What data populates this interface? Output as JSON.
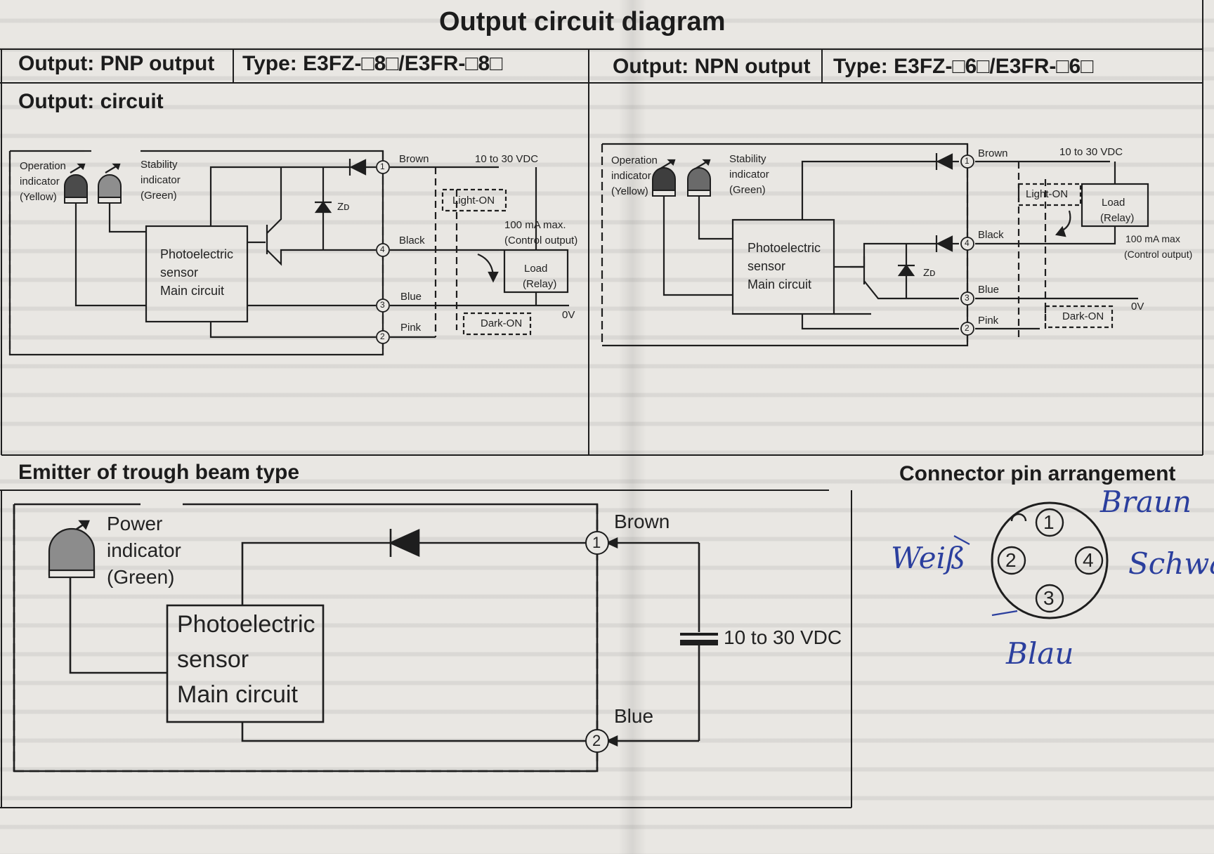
{
  "title": "Output circuit diagram",
  "pnp": {
    "output_label": "Output: PNP output",
    "type_label": "Type: E3FZ-□8□/E3FR-□8□",
    "circuit_heading": "Output: circuit",
    "op_indicator": [
      "Operation",
      "indicator",
      "(Yellow)"
    ],
    "stab_indicator": [
      "Stability",
      "indicator",
      "(Green)"
    ],
    "main_circuit": [
      "Photoelectric",
      "sensor",
      "Main circuit"
    ],
    "zener": "Zᴅ",
    "wires": {
      "brown": "Brown",
      "black": "Black",
      "blue": "Blue",
      "pink": "Pink"
    },
    "supply": "10 to 30 VDC",
    "light_on": "Light-ON",
    "dark_on": "Dark-ON",
    "max_current": [
      "100 mA max.",
      "(Control output)"
    ],
    "load": [
      "Load",
      "(Relay)"
    ],
    "zero_v": "0V",
    "pins": [
      "1",
      "4",
      "3",
      "2"
    ]
  },
  "npn": {
    "output_label": "Output: NPN output",
    "type_label": "Type: E3FZ-□6□/E3FR-□6□",
    "op_indicator": [
      "Operation",
      "indicator",
      "(Yellow)"
    ],
    "stab_indicator": [
      "Stability",
      "indicator",
      "(Green)"
    ],
    "main_circuit": [
      "Photoelectric",
      "sensor",
      "Main circuit"
    ],
    "zener": "Zᴅ",
    "wires": {
      "brown": "Brown",
      "black": "Black",
      "blue": "Blue",
      "pink": "Pink"
    },
    "supply": "10 to 30 VDC",
    "light_on": "Light-ON",
    "dark_on": "Dark-ON",
    "max_current": [
      "100 mA max",
      "(Control output)"
    ],
    "load": [
      "Load",
      "(Relay)"
    ],
    "zero_v": "0V",
    "pins": [
      "1",
      "4",
      "3",
      "2"
    ]
  },
  "emitter": {
    "heading": "Emitter of trough beam type",
    "power_indicator": [
      "Power",
      "indicator",
      "(Green)"
    ],
    "main_circuit": [
      "Photoelectric",
      "sensor",
      "Main circuit"
    ],
    "brown": "Brown",
    "blue": "Blue",
    "supply": "10 to 30 VDC",
    "pins": [
      "1",
      "2"
    ]
  },
  "connector": {
    "heading": "Connector pin arrangement",
    "pins": [
      "1",
      "2",
      "3",
      "4"
    ],
    "handwritten": [
      "Braun",
      "Weiß",
      "Schwa",
      "Blau"
    ]
  },
  "colors": {
    "ink": "#1a1a1a",
    "paper": "#e9e7e3",
    "indicator": "#555555",
    "handwriting": "#2b3f9e"
  }
}
